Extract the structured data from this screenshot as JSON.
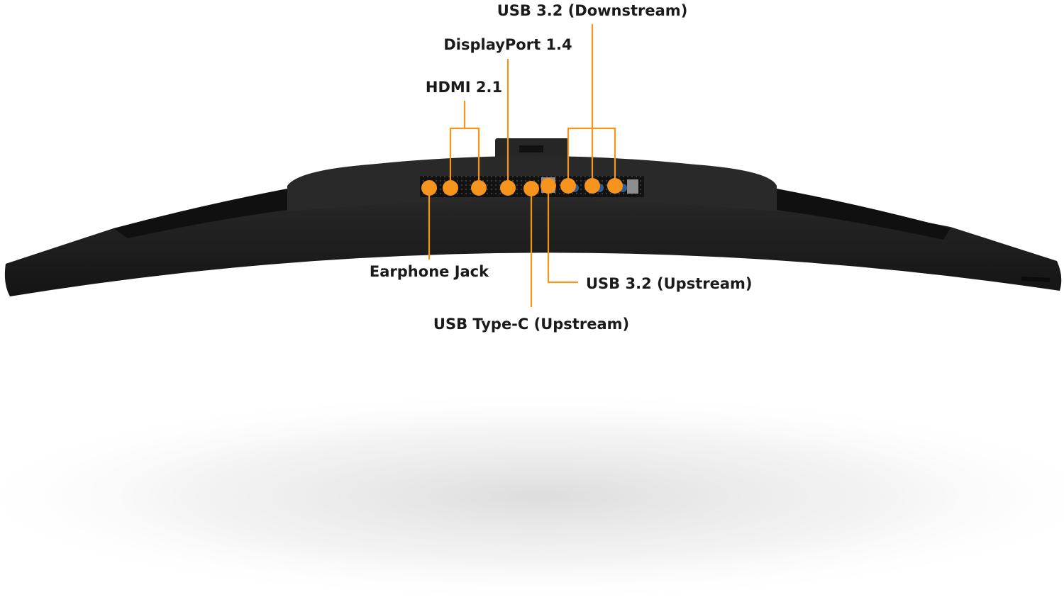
{
  "colors": {
    "accent": "#f7941d",
    "monitor_body": "#1f1f1f",
    "label_text": "#1a1a1a",
    "background": "#ffffff"
  },
  "labels": {
    "usb_downstream": "USB 3.2 (Downstream)",
    "displayport": "DisplayPort 1.4",
    "hdmi": "HDMI 2.1",
    "earphone": "Earphone Jack",
    "usb_upstream": "USB 3.2 (Upstream)",
    "usb_typec": "USB Type-C (Upstream)"
  },
  "icons": {
    "port_marker": "orange-dot-icon",
    "monitor": "curved-monitor-top-view-icon"
  }
}
